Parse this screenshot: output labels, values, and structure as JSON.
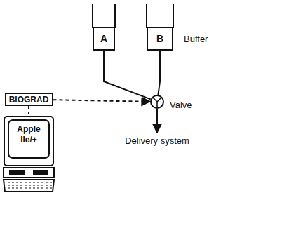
{
  "diagram": {
    "nodes": [
      {
        "text": [
          "A"
        ]
      },
      {
        "text": [
          "B"
        ]
      },
      {
        "text": [
          "Valve"
        ]
      },
      {
        "text": [
          "BIOGRAD"
        ]
      },
      {
        "text": [
          "Apple IIe/+"
        ]
      },
      {
        "text": [
          "Delivery system"
        ]
      }
    ],
    "edges": [
      {
        "from": 0,
        "to": 2,
        "arrow": "none"
      },
      {
        "from": 1,
        "to": 2,
        "arrow": "none"
      },
      {
        "from": 3,
        "to": 2,
        "arrow": "to"
      },
      {
        "from": 3,
        "to": 4,
        "arrow": "none"
      },
      {
        "from": 2,
        "to": 5,
        "arrow": "to"
      }
    ],
    "labels": [
      "Buffer"
    ]
  }
}
